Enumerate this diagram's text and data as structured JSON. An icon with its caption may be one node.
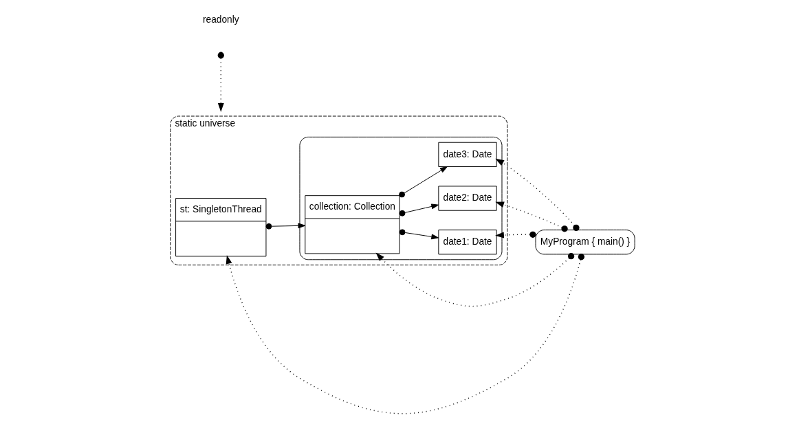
{
  "diagram": {
    "nodes": [
      {
        "text": [
          "static universe"
        ]
      },
      {
        "text": [
          "st: SingletonThread"
        ],
        "in": 0
      },
      {
        "text": [],
        "shape": "box",
        "in": 0
      },
      {
        "text": [
          "collection: Collection"
        ],
        "in": 2
      },
      {
        "text": [
          "date1: Date"
        ],
        "in": 2
      },
      {
        "text": [
          "date2: Date"
        ],
        "in": 2
      },
      {
        "text": [
          "date3: Date"
        ],
        "in": 2
      },
      {
        "text": [
          "MyProgram { main() }"
        ]
      }
    ],
    "edges": [
      {
        "from": 1,
        "to": 3,
        "arrow": "to"
      },
      {
        "from": 3,
        "to": 4,
        "arrow": "to"
      },
      {
        "from": 3,
        "to": 5,
        "arrow": "to"
      },
      {
        "from": 3,
        "to": 6,
        "arrow": "to"
      },
      {
        "from": 7,
        "to": 1,
        "arrow": "to",
        "style": "dashed"
      },
      {
        "from": 7,
        "to": 3,
        "arrow": "to",
        "style": "dashed"
      },
      {
        "from": 7,
        "to": 4,
        "arrow": "to",
        "style": "dashed"
      },
      {
        "from": 7,
        "to": 5,
        "arrow": "to",
        "style": "dashed"
      },
      {
        "from": 7,
        "to": 6,
        "arrow": "to",
        "style": "dashed"
      }
    ],
    "legend": [
      {
        "text": "readonly"
      }
    ]
  }
}
